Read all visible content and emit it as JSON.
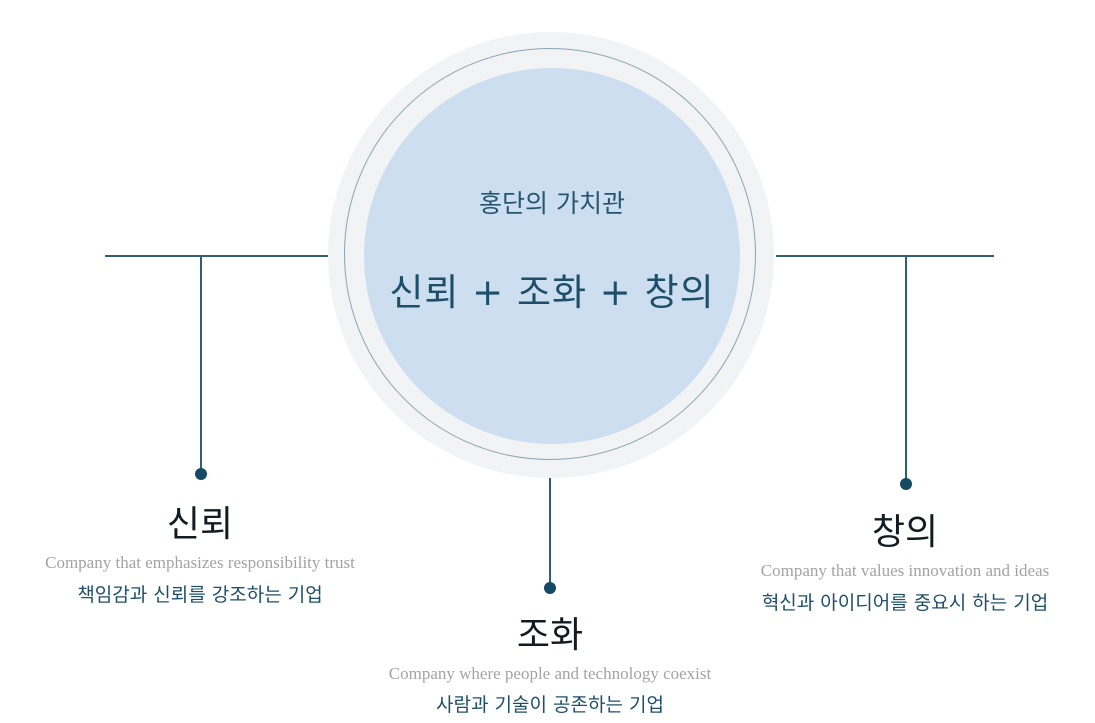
{
  "center": {
    "subtitle": "홍단의 가치관",
    "title": "신뢰 + 조화 + 창의"
  },
  "values": [
    {
      "title": "신뢰",
      "english": "Company that emphasizes responsibility trust",
      "korean": "책임감과 신뢰를 강조하는 기업"
    },
    {
      "title": "조화",
      "english": "Company where people and technology coexist",
      "korean": "사람과 기술이 공존하는 기업"
    },
    {
      "title": "창의",
      "english": "Company that values innovation and ideas",
      "korean": "혁신과 아이디어를 중요시 하는 기업"
    }
  ],
  "colors": {
    "disc": "#cddef0",
    "ring": "#f1f3f5",
    "line": "#2f5f75",
    "accent": "#1e4f69",
    "muted": "#a3a3a3"
  }
}
